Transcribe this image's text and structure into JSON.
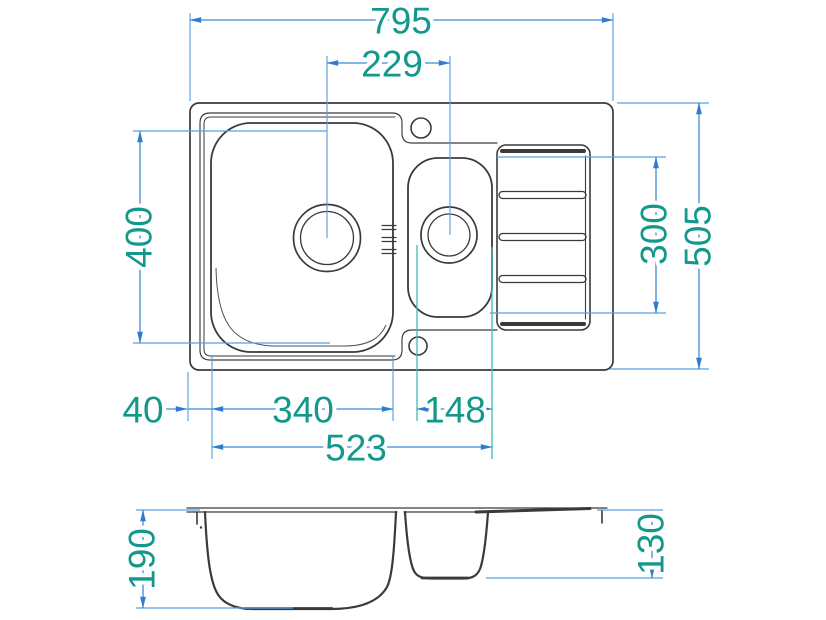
{
  "colors": {
    "dimension_blue": "#3f8ad6",
    "extension_blue": "#5b9fdd",
    "arrow_blue": "#2e7cd0",
    "label_teal": "#13988c",
    "teal_extension_line": "#3fbdb5",
    "drawing_outline": "#3a3a3a"
  },
  "top_view": {
    "overall_width": "795",
    "drain_centers_distance": "229",
    "bowl_inner_width": "400",
    "overall_depth": "505",
    "drainer_length": "300",
    "edge_to_bowl_offset": "40",
    "main_bowl_length": "340",
    "half_bowl_length": "148",
    "bowls_total_length": "523"
  },
  "side_view": {
    "main_bowl_depth": "190",
    "half_bowl_depth": "130"
  }
}
